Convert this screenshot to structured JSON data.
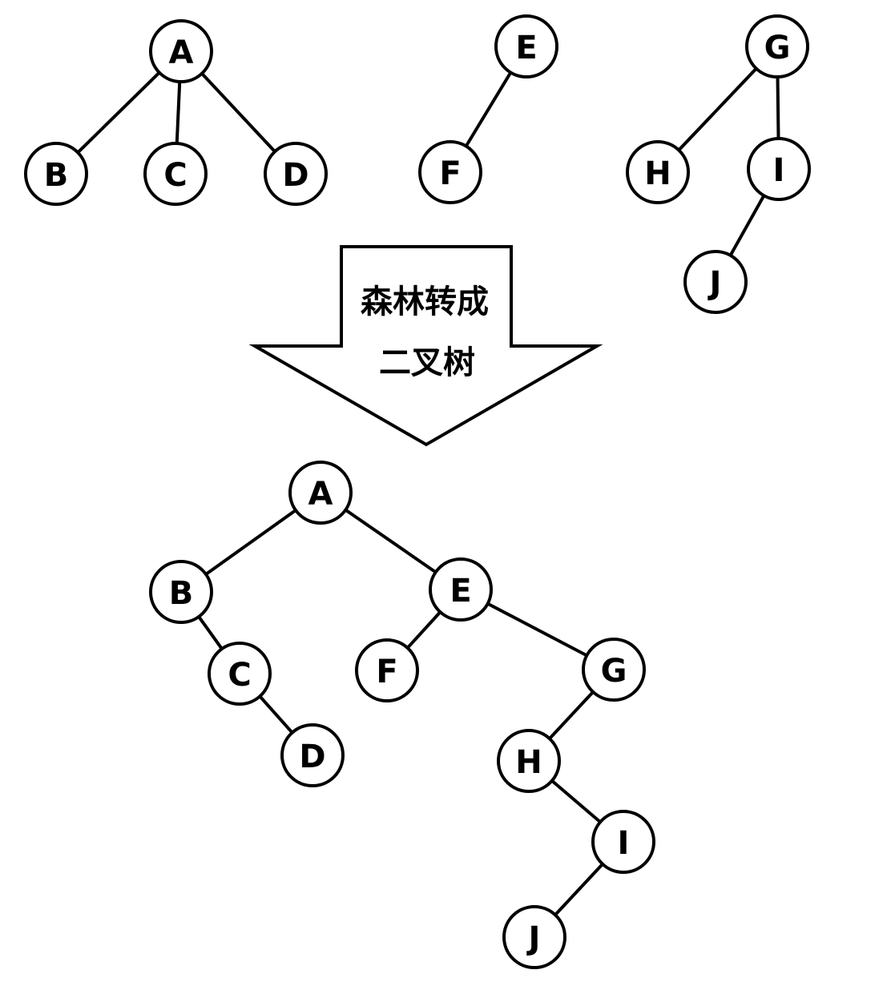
{
  "forest": {
    "trees": [
      {
        "nodes": [
          "A",
          "B",
          "C",
          "D"
        ],
        "edges": [
          [
            "A",
            "B"
          ],
          [
            "A",
            "C"
          ],
          [
            "A",
            "D"
          ]
        ]
      },
      {
        "nodes": [
          "E",
          "F"
        ],
        "edges": [
          [
            "E",
            "F"
          ]
        ]
      },
      {
        "nodes": [
          "G",
          "H",
          "I",
          "J"
        ],
        "edges": [
          [
            "G",
            "H"
          ],
          [
            "G",
            "I"
          ],
          [
            "I",
            "J"
          ]
        ]
      }
    ]
  },
  "arrow": {
    "line1": "森林转成",
    "line2": "二叉树"
  },
  "binary_tree": {
    "nodes": [
      "A",
      "B",
      "C",
      "D",
      "E",
      "F",
      "G",
      "H",
      "I",
      "J"
    ],
    "edges": [
      [
        "A",
        "B"
      ],
      [
        "A",
        "E"
      ],
      [
        "B",
        "C"
      ],
      [
        "C",
        "D"
      ],
      [
        "E",
        "F"
      ],
      [
        "E",
        "G"
      ],
      [
        "G",
        "H"
      ],
      [
        "H",
        "I"
      ],
      [
        "I",
        "J"
      ]
    ]
  }
}
